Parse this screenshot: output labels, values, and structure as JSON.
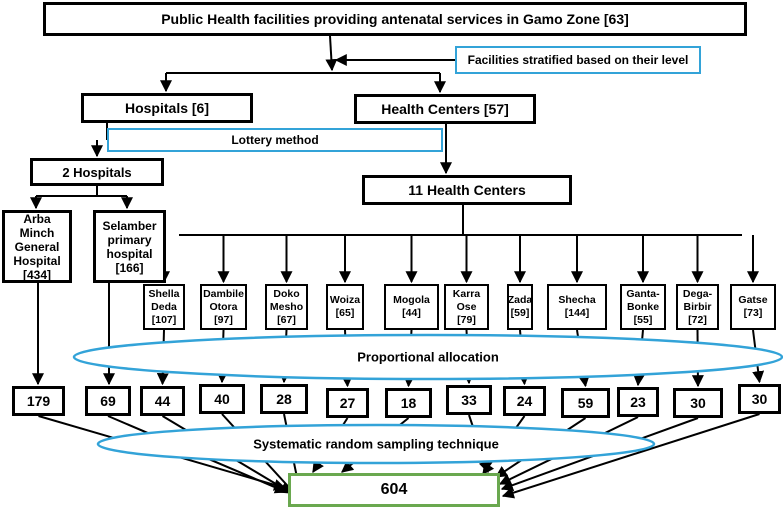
{
  "title": "Public Health facilities providing antenatal services in Gamo Zone [63]",
  "stratified_note": "Facilities stratified based on their level",
  "hospitals": "Hospitals [6]",
  "health_centers": "Health Centers [57]",
  "lottery": "Lottery method",
  "two_hospitals": "2 Hospitals",
  "eleven_hc": "11 Health Centers",
  "hospital_list": [
    {
      "lines": [
        "Arba Minch",
        "General",
        "Hospital",
        "[434]"
      ],
      "sample": "179"
    },
    {
      "lines": [
        "Selamber",
        "primary",
        "hospital",
        "[166]"
      ],
      "sample": "69"
    }
  ],
  "hc_list": [
    {
      "lines": [
        "Shella",
        "Deda",
        "[107]"
      ],
      "sample": "44"
    },
    {
      "lines": [
        "Dambile",
        "Otora",
        "[97]"
      ],
      "sample": "40"
    },
    {
      "lines": [
        "Doko",
        "Mesho",
        "[67]"
      ],
      "sample": "28"
    },
    {
      "lines": [
        "Woiza",
        "[65]"
      ],
      "sample": "27"
    },
    {
      "lines": [
        "Mogola",
        "[44]"
      ],
      "sample": "18"
    },
    {
      "lines": [
        "Karra",
        "Ose",
        "[79]"
      ],
      "sample": "33"
    },
    {
      "lines": [
        "Zada",
        "[59]"
      ],
      "sample": "24"
    },
    {
      "lines": [
        "Shecha",
        "[144]"
      ],
      "sample": "59"
    },
    {
      "lines": [
        "Ganta-",
        "Bonke",
        "[55]"
      ],
      "sample": "23"
    },
    {
      "lines": [
        "Dega-",
        "Birbir",
        "[72]"
      ],
      "sample": "30"
    },
    {
      "lines": [
        "Gatse",
        "[73]"
      ],
      "sample": "30"
    }
  ],
  "proportional": "Proportional allocation",
  "systematic": "Systematic random sampling technique",
  "total": "604",
  "colors": {
    "black": "#000000",
    "blue": "#33a3d8",
    "green": "#6aa84f"
  }
}
